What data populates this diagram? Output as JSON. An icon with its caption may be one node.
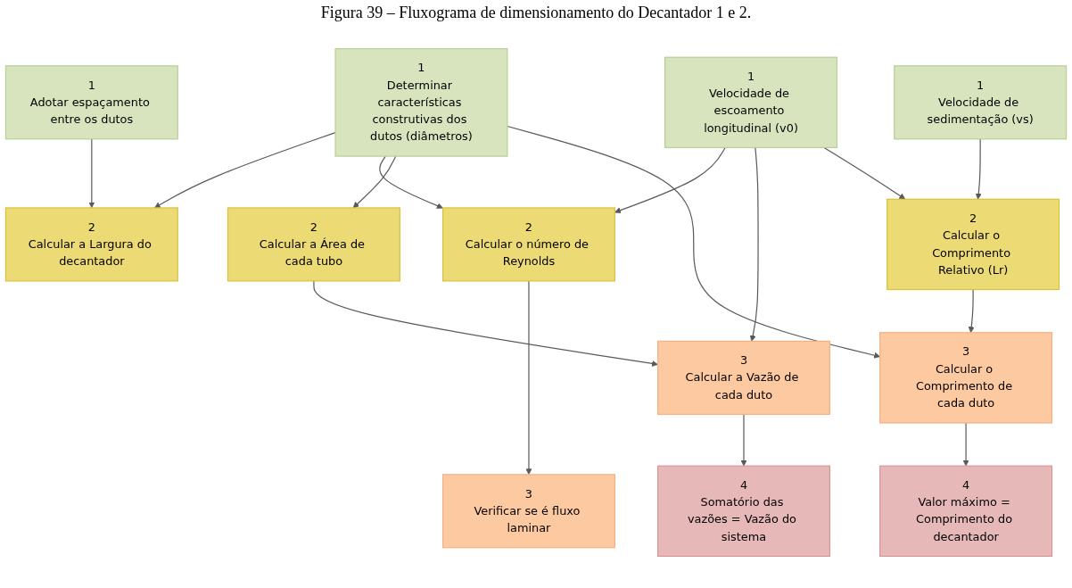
{
  "diagram": {
    "title": "Figura 39 – Fluxograma de dimensionamento do Decantador 1 e 2.",
    "nodes": [
      {
        "text": [
          "1",
          "Adotar espaçamento entre os dutos"
        ]
      },
      {
        "text": [
          "1",
          "Determinar características construtivas dos dutos (diâmetros)"
        ]
      },
      {
        "text": [
          "1",
          "Velocidade de escoamento longitudinal (v0)"
        ]
      },
      {
        "text": [
          "1",
          "Velocidade de sedimentação (vs)"
        ]
      },
      {
        "text": [
          "2",
          "Calcular a Largura do decantador"
        ]
      },
      {
        "text": [
          "2",
          "Calcular o número de Reynolds"
        ]
      },
      {
        "text": [
          "2",
          "Calcular a Área de cada tubo"
        ]
      },
      {
        "text": [
          "2",
          "Calcular o Comprimento Relativo (Lr)"
        ]
      },
      {
        "text": [
          "3",
          "Verificar se é fluxo laminar"
        ]
      },
      {
        "text": [
          "3",
          "Calcular a Vazão de cada duto"
        ]
      },
      {
        "text": [
          "3",
          "Calcular o Comprimento de cada duto"
        ]
      },
      {
        "text": [
          "4",
          "Somatório das vazões = Vazão do sistema"
        ]
      },
      {
        "text": [
          "4",
          "Valor máximo = Comprimento do decantador"
        ]
      }
    ],
    "edges": [
      {
        "from": 0,
        "to": 4,
        "arrow": "to"
      },
      {
        "from": 1,
        "to": 4,
        "arrow": "to"
      },
      {
        "from": 1,
        "to": 5,
        "arrow": "to"
      },
      {
        "from": 5,
        "to": 8,
        "arrow": "to"
      },
      {
        "from": 2,
        "to": 5,
        "arrow": "to"
      },
      {
        "from": 1,
        "to": 6,
        "arrow": "to"
      },
      {
        "from": 6,
        "to": 9,
        "arrow": "to"
      },
      {
        "from": 2,
        "to": 9,
        "arrow": "to"
      },
      {
        "from": 9,
        "to": 11,
        "arrow": "to"
      },
      {
        "from": 2,
        "to": 7,
        "arrow": "to"
      },
      {
        "from": 3,
        "to": 7,
        "arrow": "to"
      },
      {
        "from": 7,
        "to": 10,
        "arrow": "to"
      },
      {
        "from": 10,
        "to": 12,
        "arrow": "to"
      },
      {
        "from": 1,
        "to": 10,
        "arrow": "to"
      }
    ]
  }
}
